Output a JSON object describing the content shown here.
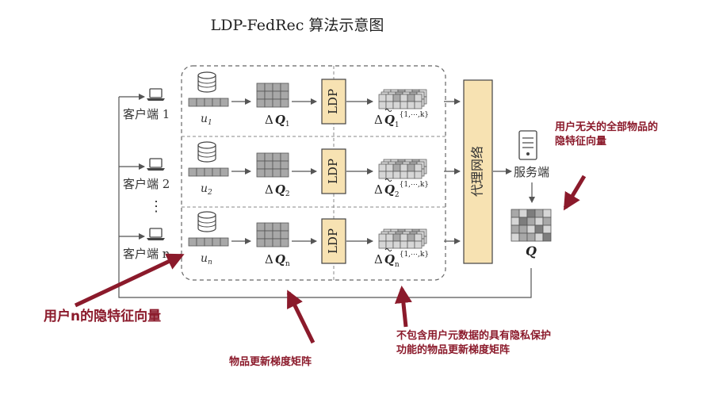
{
  "title": "LDP-FedRec 算法示意图",
  "clients": [
    {
      "label": "客户端 1",
      "u": "u",
      "u_sub": "1",
      "dq_sub": "1"
    },
    {
      "label": "客户端 2",
      "u": "u",
      "u_sub": "2",
      "dq_sub": "2"
    },
    {
      "label": "客户端 n",
      "u": "u",
      "u_sub": "n",
      "dq_sub": "n"
    }
  ],
  "dq_symbol": "ΔQ",
  "ldp_label": "LDP",
  "dq_tilde_sup": "{1,⋯,k}",
  "vertical_dots": "⋮",
  "proxy_label": "代理网络",
  "server_label": "服务端",
  "q_label": "Q",
  "annotations": {
    "server_item_vec": [
      "用户无关的全部物品的",
      "隐特征向量"
    ],
    "user_vec": "用户n的隐特征向量",
    "item_grad": "物品更新梯度矩阵",
    "ldp_grad": [
      "不包含用户元数据的具有隐私保护",
      "功能的物品更新梯度矩阵"
    ]
  },
  "colors": {
    "annotation": "#8b1a2b",
    "ldp_fill": "#f7e2b2",
    "grid_dark": "#7d7d7d",
    "grid_mid": "#a8a8a8",
    "grid_light": "#d6d6d6",
    "line": "#555555"
  }
}
